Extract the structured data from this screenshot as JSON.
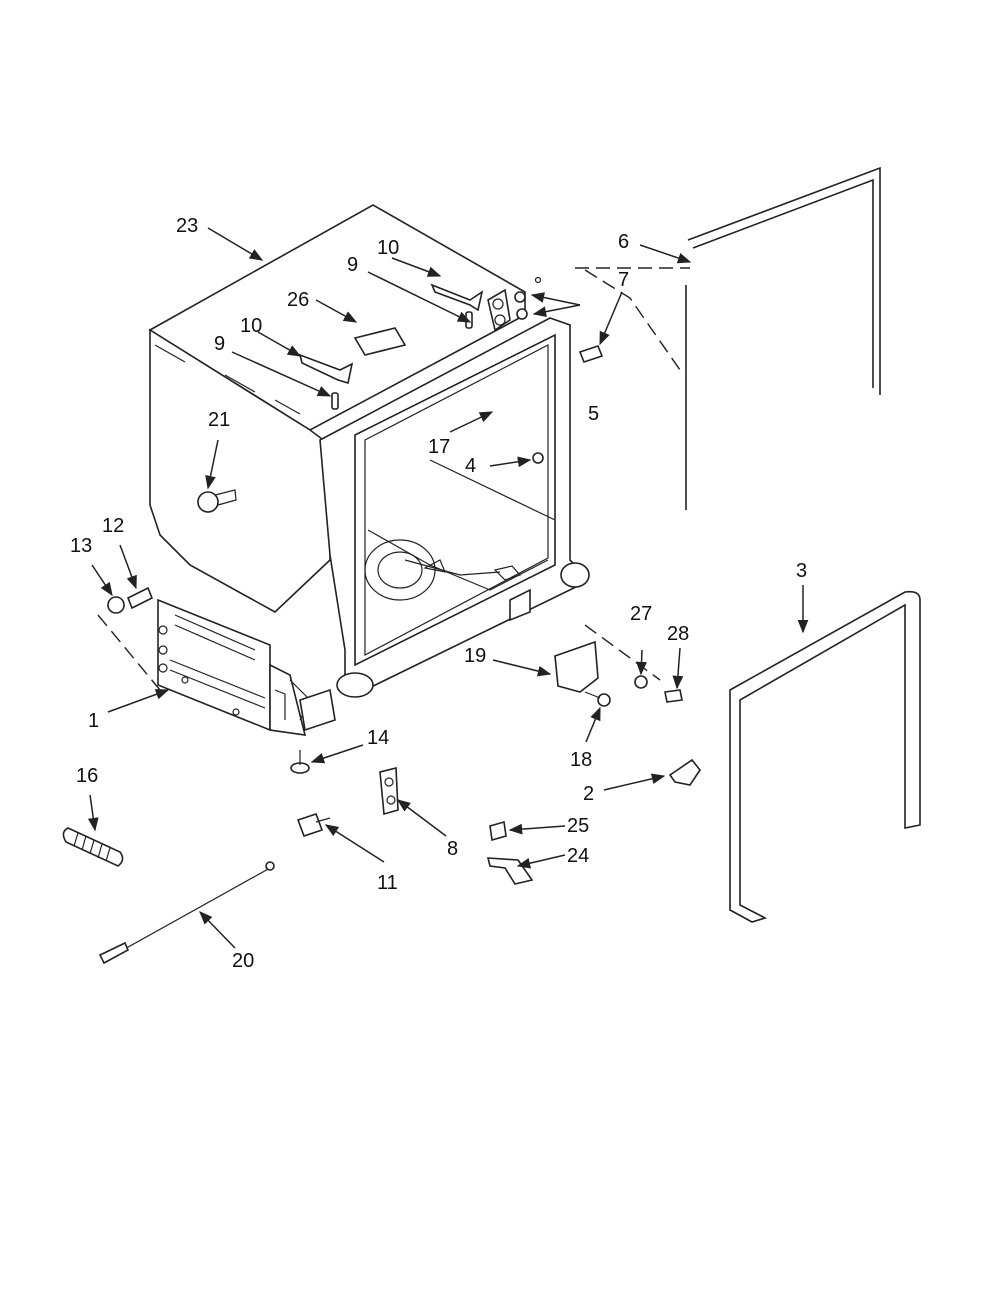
{
  "diagram": {
    "labels": {
      "l1": "1",
      "l2": "2",
      "l3": "3",
      "l4": "4",
      "l5": "5",
      "l6": "6",
      "l7": "7",
      "l8": "8",
      "l9a": "9",
      "l9b": "9",
      "l10a": "10",
      "l10b": "10",
      "l11": "11",
      "l12": "12",
      "l13": "13",
      "l14": "14",
      "l16": "16",
      "l17": "17",
      "l18": "18",
      "l19": "19",
      "l20": "20",
      "l21": "21",
      "l23": "23",
      "l24": "24",
      "l25": "25",
      "l26": "26",
      "l27": "27",
      "l28": "28"
    }
  }
}
